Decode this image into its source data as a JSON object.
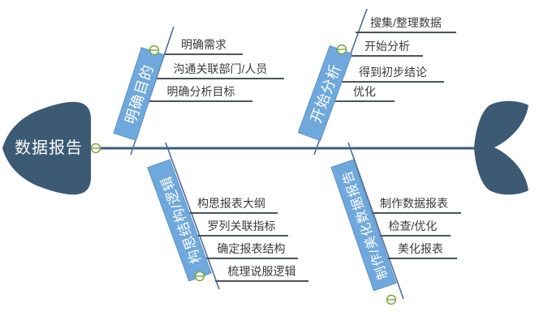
{
  "diagram": {
    "type": "fishbone",
    "root": {
      "label": "数据报告"
    },
    "branches": [
      {
        "position": "top-left",
        "label": "明确目的",
        "items": [
          "明确需求",
          "沟通关联部门/人员",
          "明确分析目标"
        ]
      },
      {
        "position": "top-right",
        "label": "开始分析",
        "items": [
          "搜集/整理数据",
          "开始分析",
          "得到初步结论",
          "优化"
        ]
      },
      {
        "position": "bottom-left",
        "label": "构思结构/逻辑",
        "items": [
          "构思报表大纲",
          "罗列关联指标",
          "确定报表结构",
          "梳理说服逻辑"
        ]
      },
      {
        "position": "bottom-right",
        "label": "制作/美化数据报告",
        "items": [
          "制作数据报表",
          "检查/优化",
          "美化报表"
        ]
      }
    ],
    "icons": {
      "collapse": "minus-circle"
    },
    "colors": {
      "fish_body": "#3C5A74",
      "spine": "#3E5C7A",
      "branch_line": "#4F6C96",
      "branch_label_bg": "#6FA8DC",
      "branch_label_text": "#FFFFFF",
      "item_line": "#4B545E",
      "item_text": "#3B3B3B",
      "collapse_icon_green": "#7AA53C",
      "background": "#FFFFFF"
    }
  }
}
